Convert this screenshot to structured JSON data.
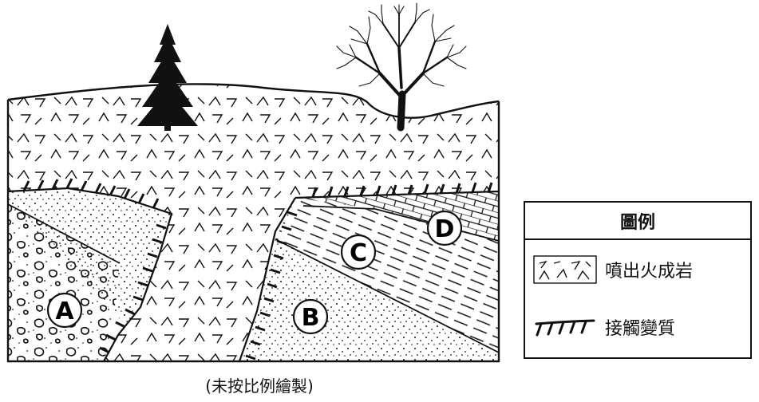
{
  "units": {
    "A": "A",
    "B": "B",
    "C": "C",
    "D": "D"
  },
  "legend": {
    "title": "圖例",
    "items": [
      {
        "label": "噴出火成岩",
        "icon": "volcanic-rock-symbol"
      },
      {
        "label": "接觸變質",
        "icon": "contact-metamorphism-symbol"
      }
    ]
  },
  "caption": "(未按比例繪製)",
  "colors": {
    "ink": "#111111",
    "background": "#ffffff"
  }
}
